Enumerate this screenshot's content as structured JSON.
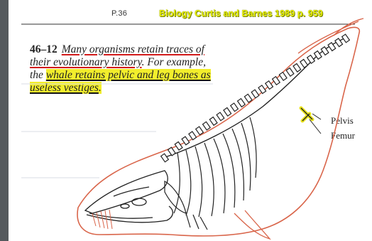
{
  "header": {
    "page_number": "P.36",
    "citation": "Biology Curtis and Barnes 1989 p. 959"
  },
  "caption": {
    "figure_number": "46–12",
    "line1": "Many organisms retain traces of",
    "line2a": "their evolutionary history",
    "line2b": ". For example,",
    "line3a": "the ",
    "line3b": "whale retains pelvic and leg bones as",
    "line4": "useless vestiges",
    "line4b": "."
  },
  "labels": {
    "pelvis": "Pelvis",
    "femur": "Femur"
  },
  "colors": {
    "highlight": "#f2ee2c",
    "outline": "#d9654a",
    "underline_red": "#d21b1b",
    "citation": "#e8f000"
  }
}
